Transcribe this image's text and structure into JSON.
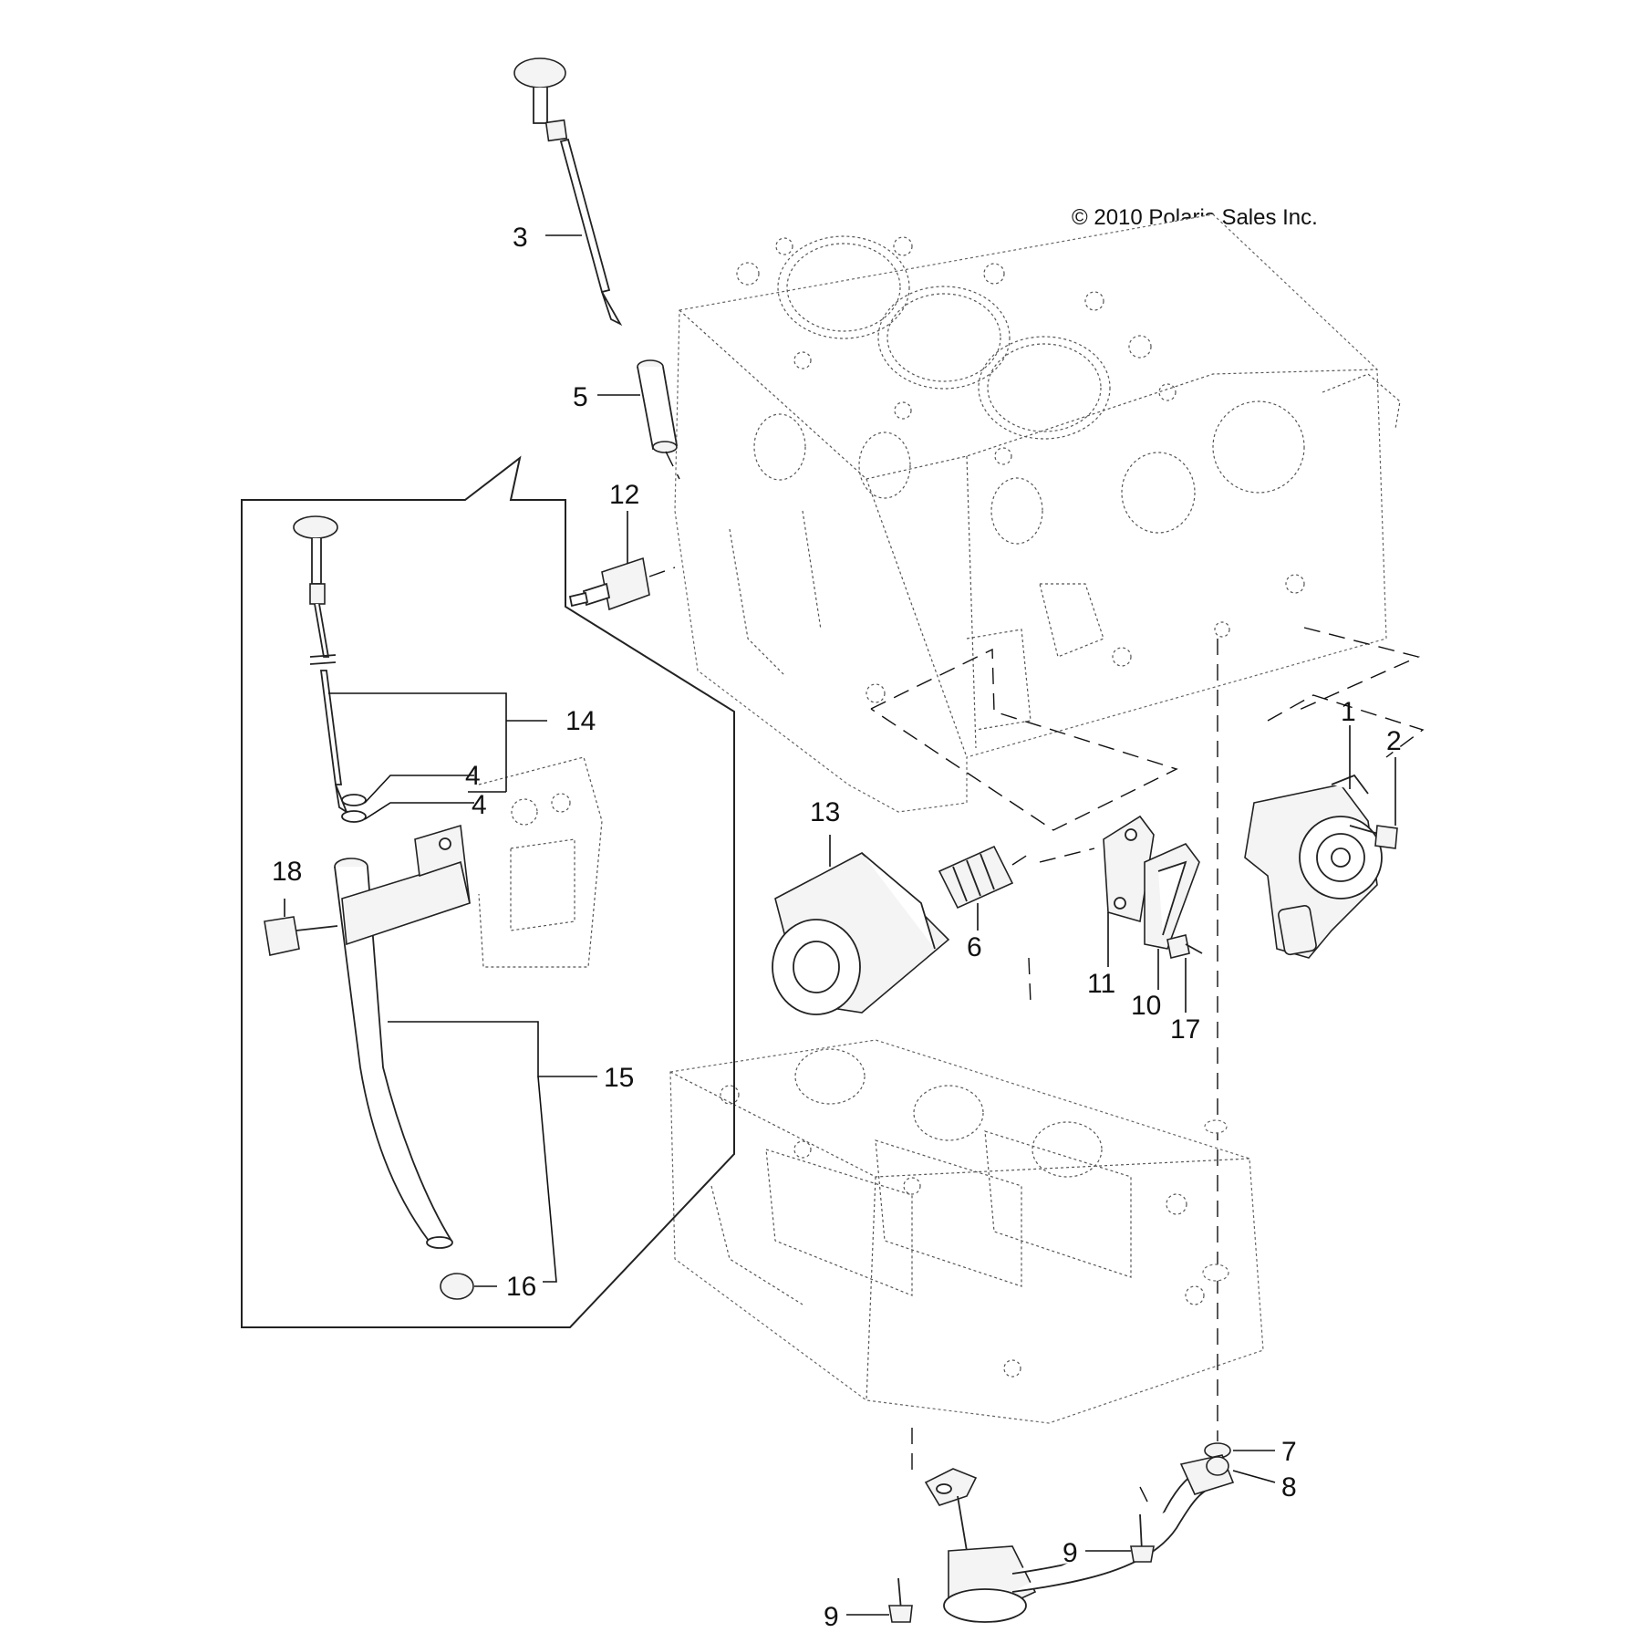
{
  "copyright": "© 2010 Polaris Sales Inc.",
  "callouts": {
    "c1": "1",
    "c2": "2",
    "c3": "3",
    "c4a": "4",
    "c4b": "4",
    "c5": "5",
    "c6": "6",
    "c7": "7",
    "c8": "8",
    "c9a": "9",
    "c9b": "9",
    "c10": "10",
    "c11": "11",
    "c12": "12",
    "c13": "13",
    "c14": "14",
    "c15": "15",
    "c16": "16",
    "c17": "17",
    "c18": "18"
  }
}
